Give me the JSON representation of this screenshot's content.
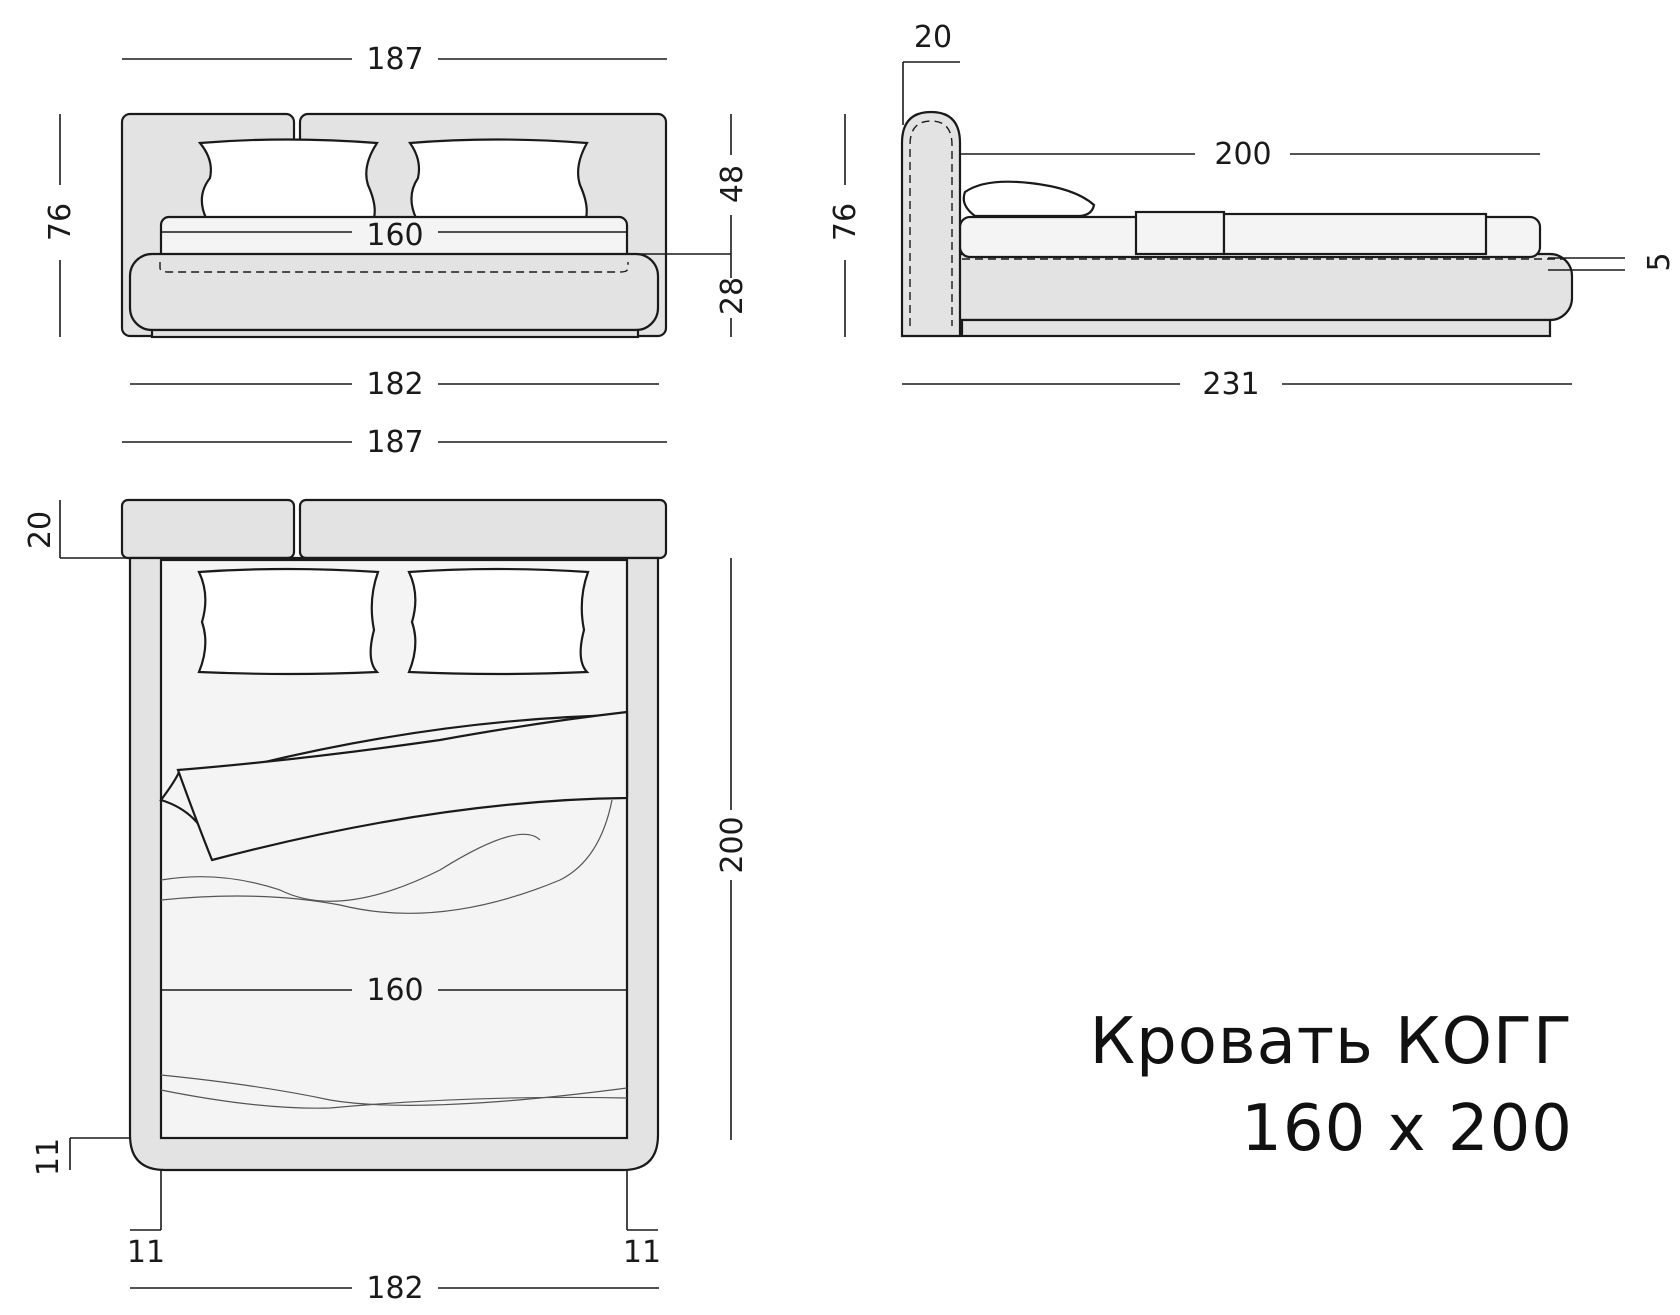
{
  "title": {
    "name": "Кровать КОГГ",
    "size": "160 x 200"
  },
  "front_view": {
    "width_top": "187",
    "height": "76",
    "mattress_width": "160",
    "headboard_above_frame": "48",
    "frame_height": "28",
    "width_bottom": "182"
  },
  "side_view": {
    "headboard_depth": "20",
    "height": "76",
    "mattress_length": "200",
    "mattress_offset": "5",
    "total_length": "231"
  },
  "top_view": {
    "width_top": "187",
    "headboard_depth": "20",
    "length": "200",
    "mattress_width": "160",
    "frame_side": "11",
    "frame_left": "11",
    "frame_right": "11",
    "width_bottom": "182"
  },
  "colors": {
    "upholstery": "#e3e3e3",
    "bedding": "#f4f4f4",
    "lines": "#1a1a1a"
  }
}
